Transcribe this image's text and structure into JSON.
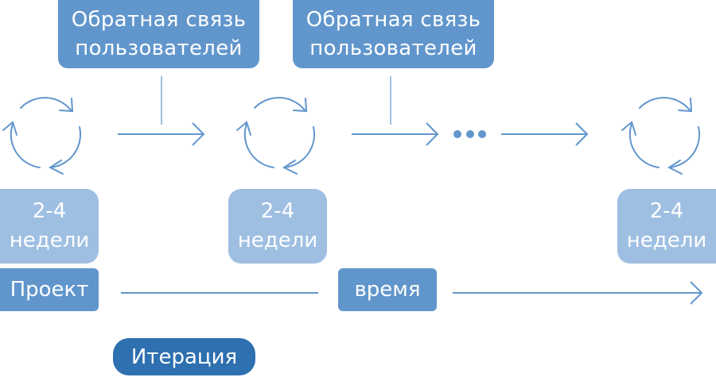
{
  "feedback_boxes": [
    {
      "line1": "Обратная связь",
      "line2": "пользователей"
    },
    {
      "line1": "Обратная связь",
      "line2": "пользователей"
    }
  ],
  "durations": [
    {
      "line1": "2-4",
      "line2": "недели"
    },
    {
      "line1": "2-4",
      "line2": "недели"
    },
    {
      "line1": "2-4",
      "line2": "недели"
    }
  ],
  "project_label": "Проект",
  "time_label": "время",
  "iteration_label": "Итерация",
  "ellipsis": "•••",
  "colors": {
    "primary": "#6196cc",
    "light": "#9fbfe2",
    "dark": "#2e70b0"
  }
}
